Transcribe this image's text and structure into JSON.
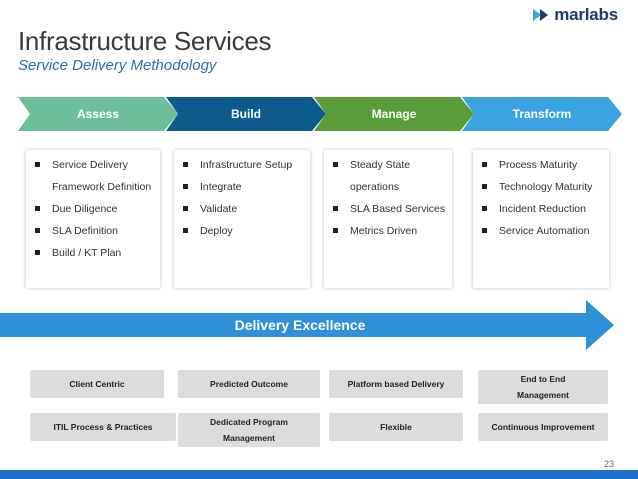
{
  "header": {
    "title": "Infrastructure Services",
    "subtitle": "Service Delivery Methodology",
    "logo_text": "marlabs"
  },
  "phases": [
    {
      "label": "Assess",
      "color": "#6dbf9c",
      "items": [
        "Service Delivery Framework Definition",
        "Due Diligence",
        "SLA Definition",
        "Build / KT Plan"
      ]
    },
    {
      "label": "Build",
      "color": "#0c5b8c",
      "items": [
        "Infrastructure Setup",
        "Integrate",
        "Validate",
        "Deploy"
      ]
    },
    {
      "label": "Manage",
      "color": "#5a9b3a",
      "items": [
        "Steady State operations",
        "SLA Based Services",
        "Metrics Driven"
      ]
    },
    {
      "label": "Transform",
      "color": "#3aa3e0",
      "items": [
        "Process Maturity",
        "Technology Maturity",
        "Incident Reduction",
        "Service Automation"
      ]
    }
  ],
  "delivery_excellence": {
    "label": "Delivery Excellence",
    "color": "#2f8fd8"
  },
  "attributes": [
    "Client Centric",
    "Predicted Outcome",
    "Platform based Delivery",
    "End to End Management",
    "ITIL Process & Practices",
    "Dedicated Program Management",
    "Flexible",
    "Continuous Improvement"
  ],
  "footer": {
    "page_number": "23"
  },
  "colors": {
    "footer_bar": "#1a73c8",
    "title": "#3a3a3a",
    "subtitle": "#2d6da8"
  },
  "icons": [
    "marlabs-logo-mark-icon"
  ]
}
